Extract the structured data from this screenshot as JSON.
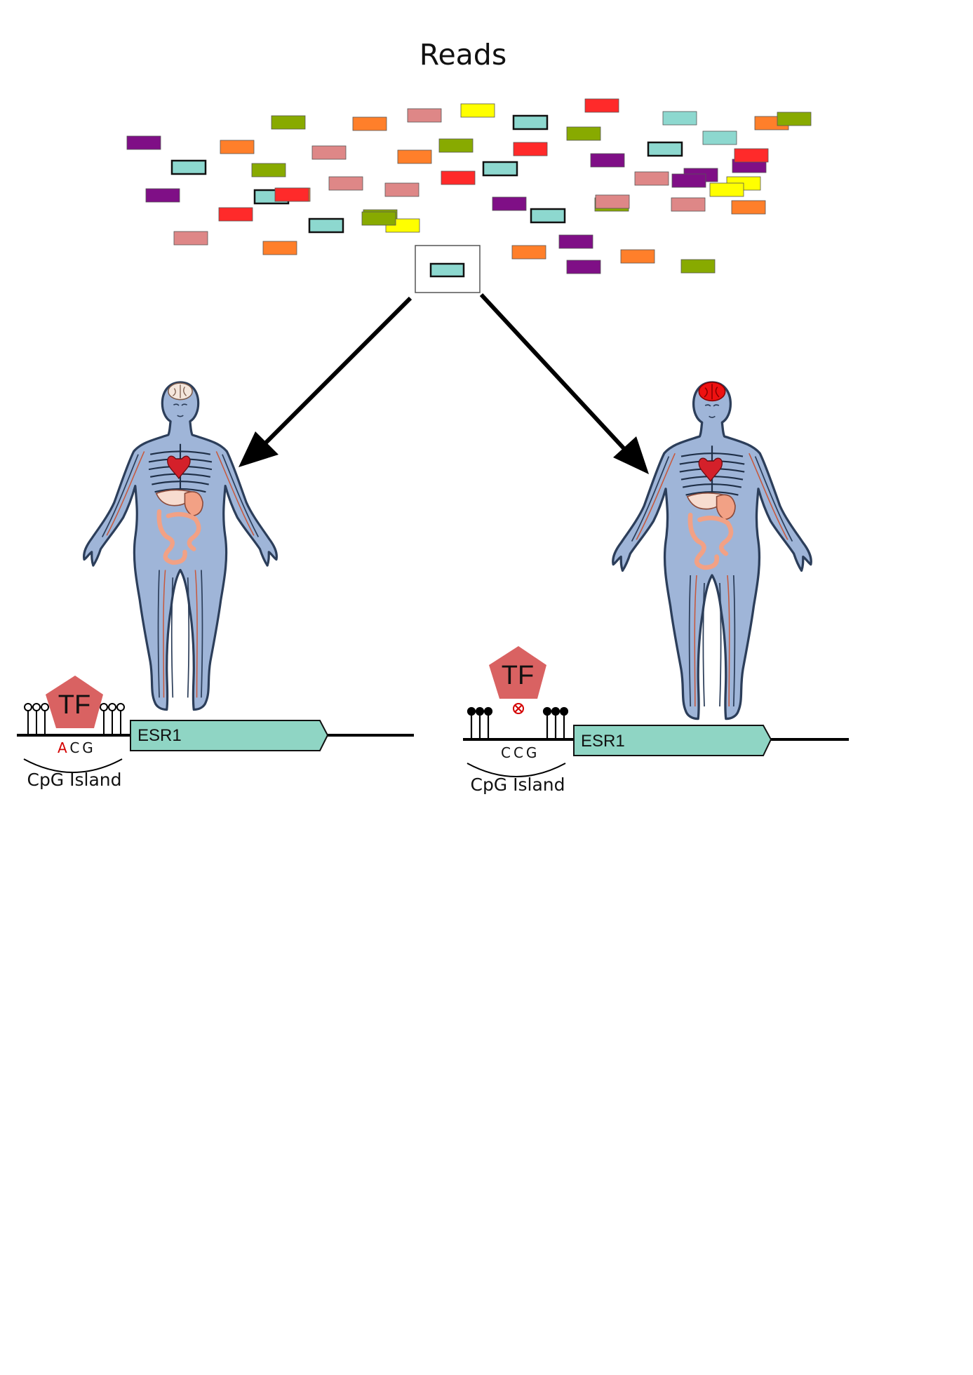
{
  "title": "Reads",
  "palette": {
    "purple": "#7f0f86",
    "orange": "#ff7f2a",
    "olive": "#88aa00",
    "pink": "#de8787",
    "teal": "#8dd8cf",
    "yellow": "#ffff00",
    "red": "#ff2a2a",
    "gene": "#8fd5c4",
    "tf": "#d96262",
    "brain_active": "#ee1111",
    "brain_normal": "#f4e6dc",
    "body": "#9fb5d8",
    "organ": "#f2a185",
    "heart": "#d4202a"
  },
  "reads": [
    {
      "color": "olive"
    },
    {
      "color": "orange"
    },
    {
      "color": "pink"
    },
    {
      "color": "yellow"
    },
    {
      "color": "teal",
      "outlined": true
    },
    {
      "color": "red"
    },
    {
      "color": "teal"
    },
    {
      "color": "orange"
    },
    {
      "color": "purple"
    },
    {
      "color": "orange"
    },
    {
      "color": "pink"
    },
    {
      "color": "olive"
    },
    {
      "color": "olive"
    },
    {
      "color": "teal"
    },
    {
      "color": "teal",
      "outlined": true
    },
    {
      "color": "purple"
    },
    {
      "color": "orange"
    },
    {
      "color": "red"
    },
    {
      "color": "purple"
    },
    {
      "color": "red"
    },
    {
      "color": "teal",
      "outlined": true
    },
    {
      "color": "olive"
    },
    {
      "color": "teal",
      "outlined": true
    },
    {
      "color": "purple"
    },
    {
      "color": "pink"
    },
    {
      "color": "red"
    },
    {
      "color": "purple"
    },
    {
      "color": "pink"
    },
    {
      "color": "yellow"
    },
    {
      "color": "orange"
    },
    {
      "color": "purple"
    },
    {
      "color": "teal",
      "outlined": true
    },
    {
      "color": "pink"
    },
    {
      "color": "yellow"
    },
    {
      "color": "purple"
    },
    {
      "color": "red"
    },
    {
      "color": "olive"
    },
    {
      "color": "teal",
      "outlined": true
    },
    {
      "color": "olive"
    },
    {
      "color": "red"
    },
    {
      "color": "yellow"
    },
    {
      "color": "pink"
    },
    {
      "color": "olive"
    },
    {
      "color": "purple"
    },
    {
      "color": "orange"
    },
    {
      "color": "teal",
      "outlined": true
    },
    {
      "color": "pink"
    },
    {
      "color": "orange"
    },
    {
      "color": "pink"
    },
    {
      "color": "orange"
    },
    {
      "color": "purple"
    },
    {
      "color": "orange"
    },
    {
      "color": "olive"
    },
    {
      "color": "olive"
    }
  ],
  "highlighted_read": {
    "color": "teal"
  },
  "panels": [
    {
      "brain_state": "normal",
      "tf_label": "TF",
      "tf_binding": "bound",
      "methylation": "unmethylated",
      "sequence_variant": "A",
      "sequence_rest": "CG",
      "variant_color": "#d40000",
      "island_label": "CpG Island",
      "gene_label": "ESR1"
    },
    {
      "brain_state": "active",
      "tf_label": "TF",
      "tf_binding": "blocked",
      "methylation": "methylated",
      "sequence_variant": "C",
      "sequence_rest": "CG",
      "variant_color": "#111111",
      "island_label": "CpG Island",
      "gene_label": "ESR1"
    }
  ]
}
